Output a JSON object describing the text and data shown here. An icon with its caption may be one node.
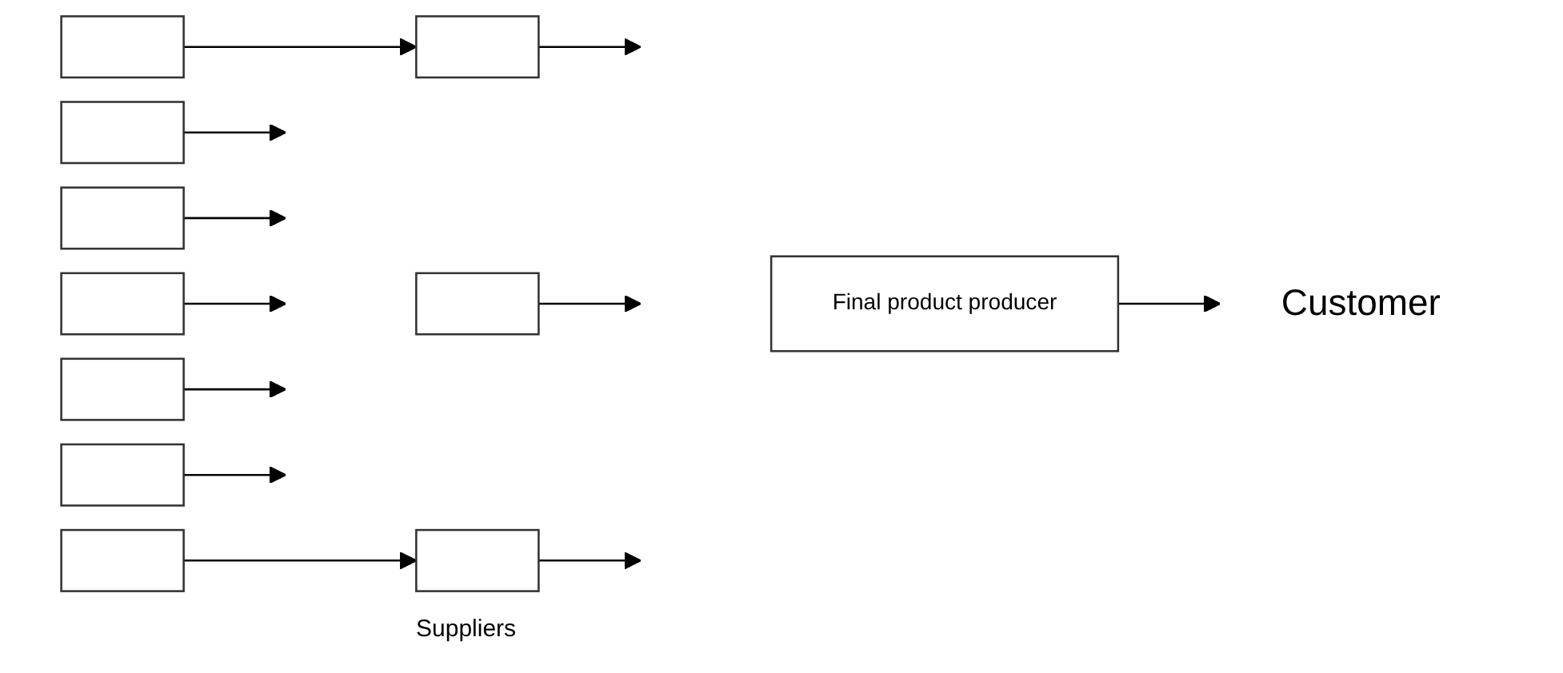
{
  "diagram": {
    "nodes": [
      {
        "text": [],
        "shape": "box"
      },
      {
        "text": [],
        "shape": "box"
      },
      {
        "text": [],
        "shape": "box"
      },
      {
        "text": [],
        "shape": "box"
      },
      {
        "text": [],
        "shape": "box"
      },
      {
        "text": [],
        "shape": "box"
      },
      {
        "text": [],
        "shape": "box"
      },
      {
        "text": [],
        "shape": "box"
      },
      {
        "text": [],
        "shape": "box"
      },
      {
        "text": [],
        "shape": "box"
      },
      {
        "text": [
          "Final product producer"
        ]
      },
      {
        "text": [
          "Customer"
        ]
      }
    ],
    "edges": [
      {
        "from": 0,
        "to": 7,
        "arrow": "to"
      },
      {
        "from": 1,
        "to": null,
        "arrow": "to"
      },
      {
        "from": 2,
        "to": null,
        "arrow": "to"
      },
      {
        "from": 3,
        "to": null,
        "arrow": "to"
      },
      {
        "from": 4,
        "to": null,
        "arrow": "to"
      },
      {
        "from": 5,
        "to": null,
        "arrow": "to"
      },
      {
        "from": 6,
        "to": 9,
        "arrow": "to"
      },
      {
        "from": 7,
        "to": null,
        "arrow": "to"
      },
      {
        "from": 8,
        "to": null,
        "arrow": "to"
      },
      {
        "from": 9,
        "to": null,
        "arrow": "to"
      },
      {
        "from": 10,
        "to": 11,
        "arrow": "to"
      }
    ],
    "labels": [
      "Suppliers"
    ]
  }
}
